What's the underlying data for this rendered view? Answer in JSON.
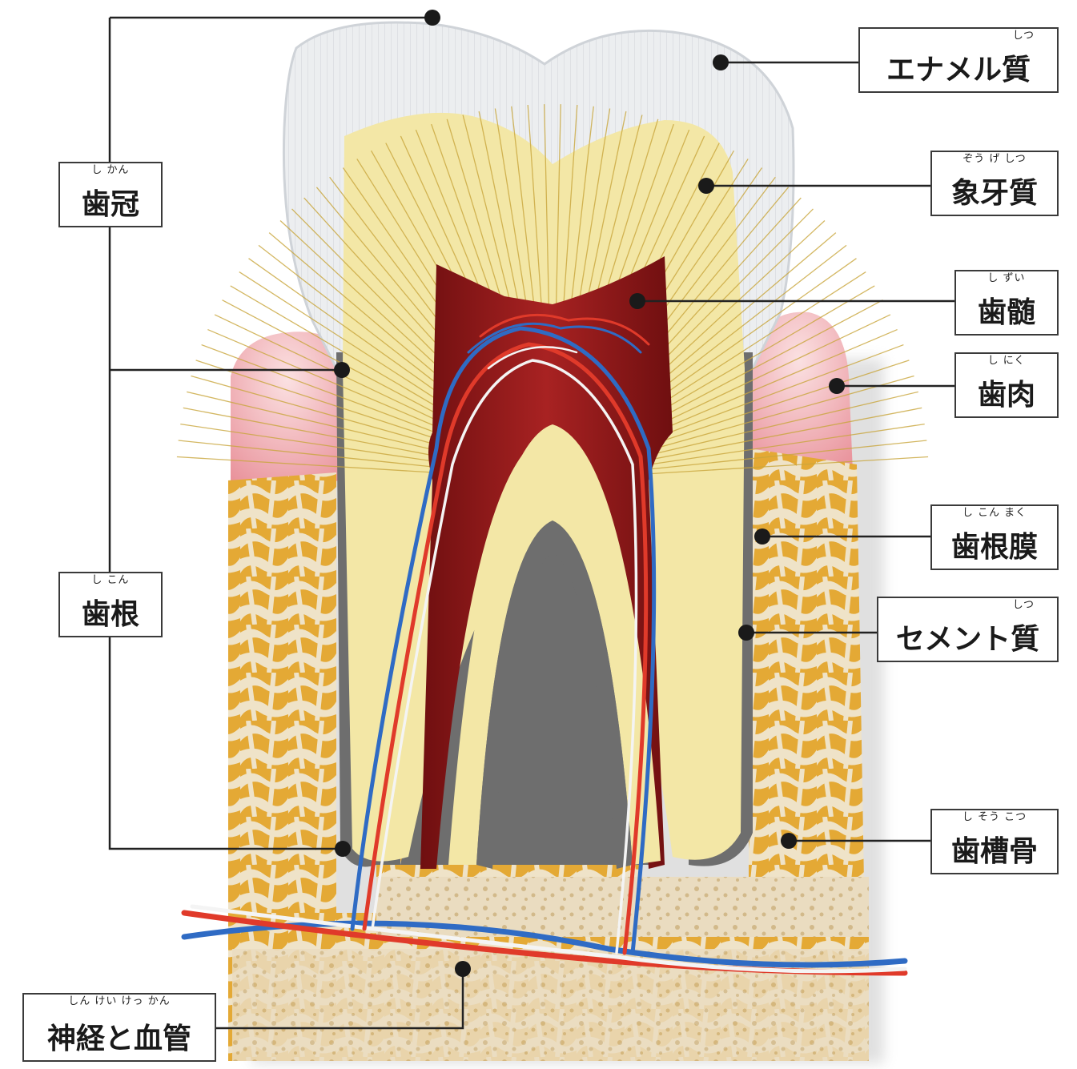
{
  "diagram": {
    "labels": {
      "enamel": {
        "text": "エナメル質",
        "ruby": "しつ"
      },
      "dentin": {
        "text": "象牙質",
        "ruby": "ぞう げ しつ"
      },
      "pulp": {
        "text": "歯髄",
        "ruby": "し ずい"
      },
      "gum": {
        "text": "歯肉",
        "ruby": "し にく"
      },
      "periodontal_ligament": {
        "text": "歯根膜",
        "ruby": "し こん まく"
      },
      "cementum": {
        "text": "セメント質",
        "ruby": "しつ"
      },
      "alveolar_bone": {
        "text": "歯槽骨",
        "ruby": "し そう こつ"
      },
      "crown": {
        "text": "歯冠",
        "ruby": "し かん"
      },
      "root": {
        "text": "歯根",
        "ruby": "し こん"
      },
      "nerves_vessels": {
        "text": "神経と血管",
        "ruby": "しん けい けっ かん"
      }
    },
    "colors": {
      "enamel": "#eceef0",
      "dentin": "#f3e7a6",
      "dentin_lines": "#c9a63c",
      "pulp": "#9b1c1c",
      "gum": "#f2b8bd",
      "cementum": "#6e6e6e",
      "bone": "#eadcc0",
      "marrow": "#e6a82a",
      "artery": "#e03a2a",
      "vein": "#2f6bc4",
      "nerve": "#f4f4f4",
      "leader": "#222222"
    }
  }
}
